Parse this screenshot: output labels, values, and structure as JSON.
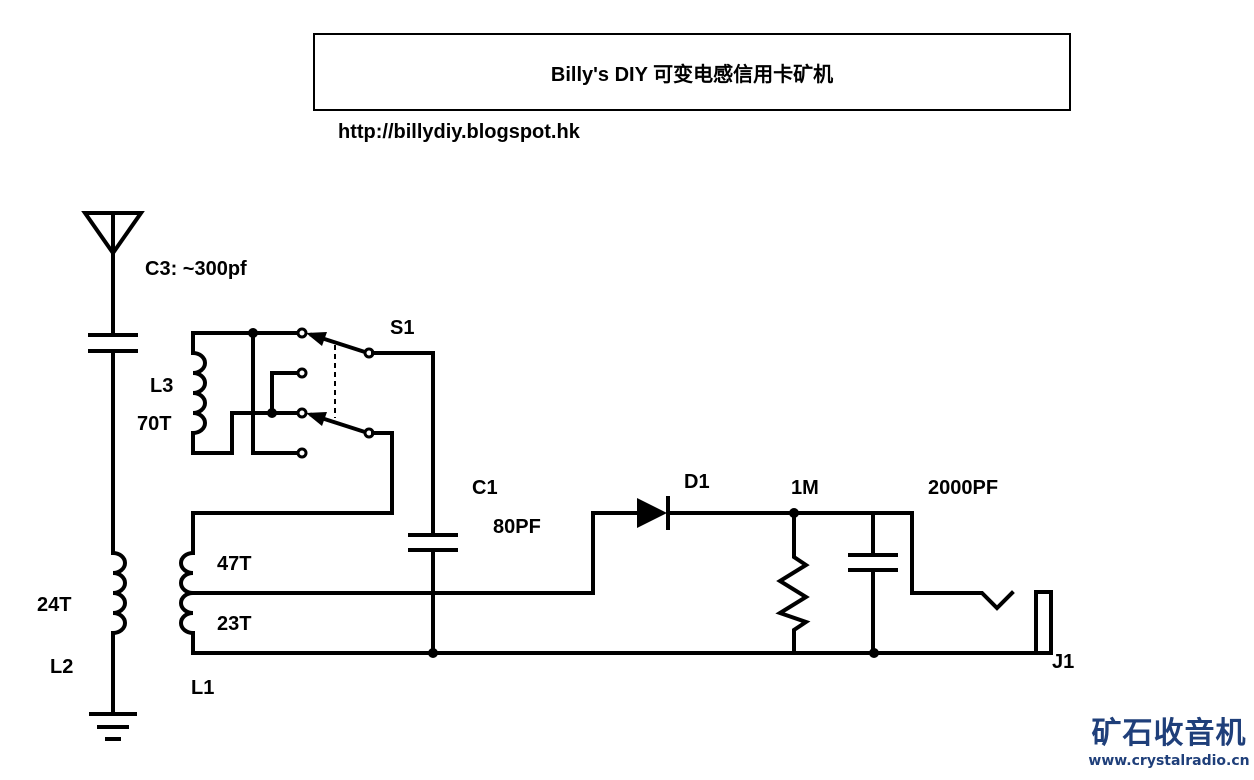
{
  "header": {
    "title": "Billy's DIY 可变电感信用卡矿机",
    "url": "http://billydiy.blogspot.hk"
  },
  "components": {
    "c3": "C3: ~300pf",
    "l3_name": "L3",
    "l3_turns": "70T",
    "s1": "S1",
    "c1_name": "C1",
    "c1_value": "80PF",
    "d1": "D1",
    "r_value": "1M",
    "c2_value": "2000PF",
    "l1_tap_upper": "47T",
    "l1_tap_lower": "23T",
    "l1_name": "L1",
    "l2_turns": "24T",
    "l2_name": "L2",
    "j1": "J1"
  },
  "watermark": {
    "text_cn": "矿石收音机",
    "url": "www.crystalradio.cn",
    "color": "#1f3f7a"
  }
}
